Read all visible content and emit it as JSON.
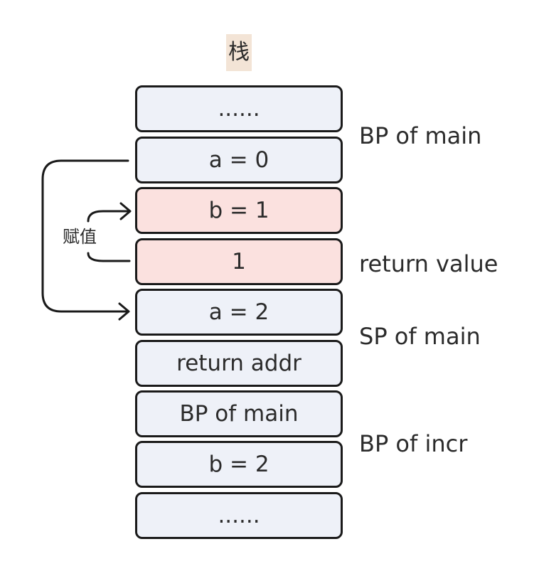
{
  "title": "栈",
  "stack": [
    {
      "label": "......",
      "highlight": false
    },
    {
      "label": "a = 0",
      "highlight": false
    },
    {
      "label": "b = 1",
      "highlight": true
    },
    {
      "label": "1",
      "highlight": true
    },
    {
      "label": "a = 2",
      "highlight": false
    },
    {
      "label": "return addr",
      "highlight": false
    },
    {
      "label": "BP of main",
      "highlight": false
    },
    {
      "label": "b = 2",
      "highlight": false
    },
    {
      "label": "......",
      "highlight": false
    }
  ],
  "side_labels": {
    "bp_of_main": "BP of main",
    "return_value": "return value",
    "sp_of_main": "SP of main",
    "bp_of_incr": "BP of incr"
  },
  "assign_label": "赋值",
  "colors": {
    "cell_fill": "#eef1f8",
    "highlight_fill": "#fbe1df",
    "border": "#1a1a1a",
    "title_bg": "#f3e4d6"
  }
}
